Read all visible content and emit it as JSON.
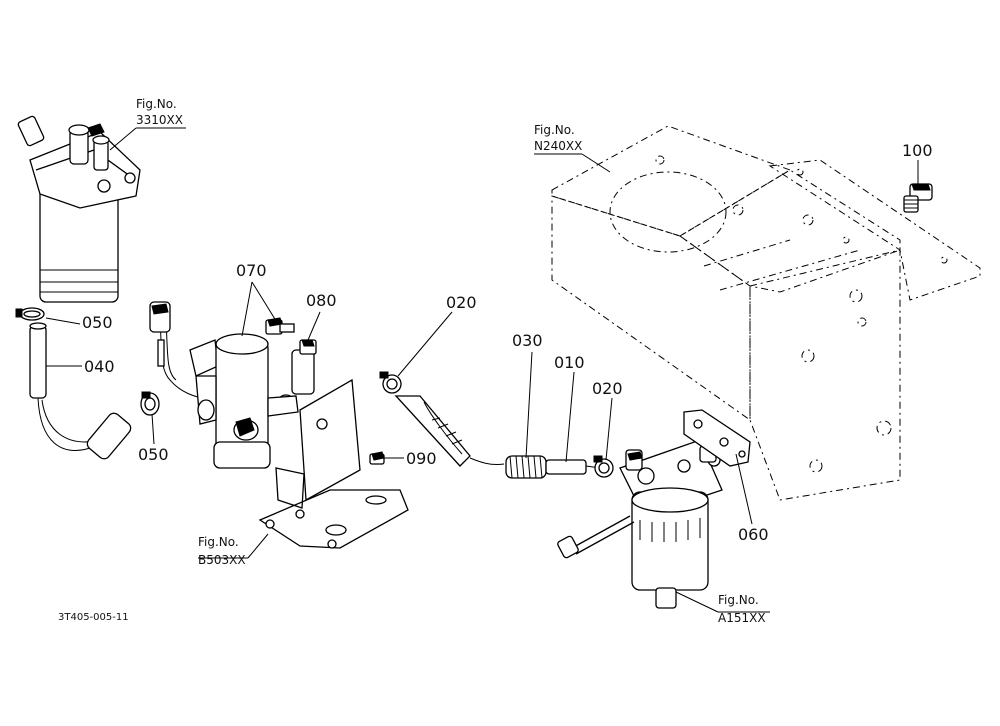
{
  "callouts": {
    "p010": "010",
    "p020a": "020",
    "p020b": "020",
    "p030": "030",
    "p040": "040",
    "p050a": "050",
    "p050b": "050",
    "p060": "060",
    "p070": "070",
    "p080": "080",
    "p090": "090",
    "p100": "100"
  },
  "figure_refs": {
    "fig_3310": {
      "line1": "Fig.No.",
      "line2": "3310XX"
    },
    "fig_n240": {
      "line1": "Fig.No.",
      "line2": "N240XX"
    },
    "fig_b503": {
      "line1": "Fig.No.",
      "line2": "B503XX"
    },
    "fig_a151": {
      "line1": "Fig.No.",
      "line2": "A151XX"
    }
  },
  "drawing_code": "3T405-005-11"
}
